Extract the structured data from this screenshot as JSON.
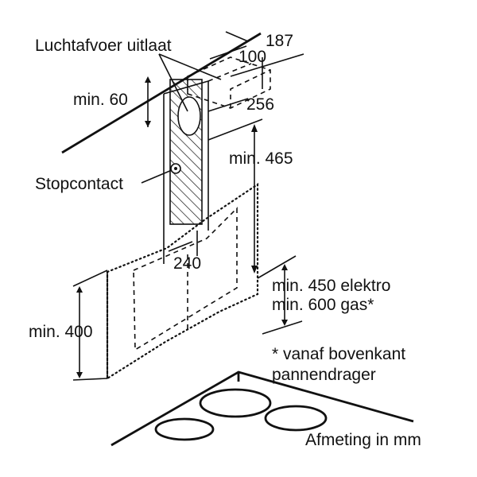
{
  "labels": {
    "air_outlet": "Luchtafvoer uitlaat",
    "min60": "min. 60",
    "dim100": "100",
    "dim187": "187",
    "dim256": "256",
    "min465": "min. 465",
    "socket": "Stopcontact",
    "dim240": "240",
    "min450": "min. 450 elektro",
    "min600": "min. 600 gas*",
    "min400": "min. 400",
    "footnote1": "* vanaf bovenkant",
    "footnote2": "pannendrager",
    "units": "Afmeting in mm"
  }
}
